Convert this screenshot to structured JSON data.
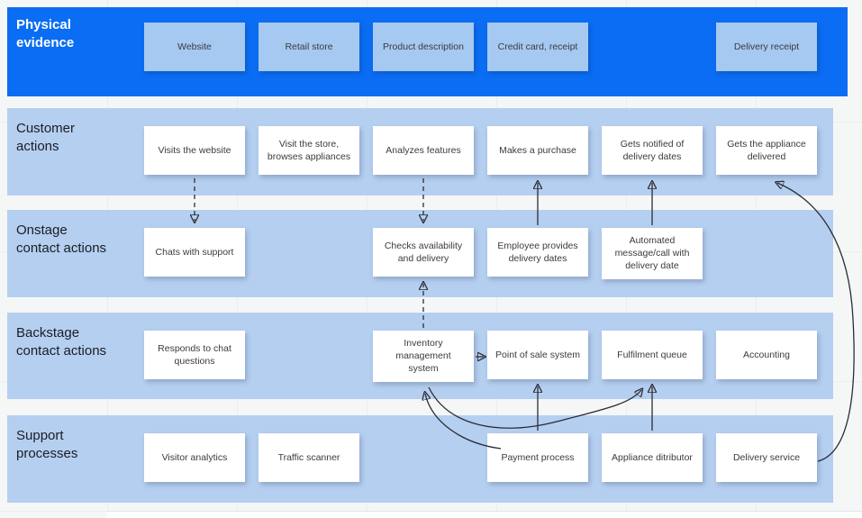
{
  "board": {
    "type": "service-blueprint-diagram",
    "colors": {
      "header_band": "#0b6df3",
      "light_band": "#b5cff0",
      "blue_note": "#a5c9f0",
      "white_note": "#ffffff",
      "arrow": "#2c2c34",
      "canvas_bg": "#f5f7f7"
    }
  },
  "rows": [
    {
      "label": "Physical evidence",
      "notes": [
        "Website",
        "Retail store",
        "Product description",
        "Credit card, receipt",
        "Delivery receipt"
      ]
    },
    {
      "label": "Customer actions",
      "notes": [
        "Visits the website",
        "Visit the store, browses appliances",
        "Analyzes features",
        "Makes a purchase",
        "Gets notified of delivery dates",
        "Gets the appliance delivered"
      ]
    },
    {
      "label": "Onstage contact actions",
      "notes": [
        "Chats with support",
        "Checks availability and delivery",
        "Employee provides delivery dates",
        "Automated message/call with delivery date"
      ]
    },
    {
      "label": "Backstage contact actions",
      "notes": [
        "Responds to chat questions",
        "Inventory management system",
        "Point of sale system",
        "Fulfilment queue",
        "Accounting"
      ]
    },
    {
      "label": "Support processes",
      "notes": [
        "Visitor analytics",
        "Traffic scanner",
        "Payment process",
        "Appliance ditributor",
        "Delivery service"
      ]
    }
  ],
  "connectors": [
    {
      "from": "Visits the website",
      "to": "Chats with support",
      "style": "dashed"
    },
    {
      "from": "Analyzes features",
      "to": "Checks availability and delivery",
      "style": "dashed"
    },
    {
      "from": "Employee provides delivery dates",
      "to": "Makes a purchase",
      "style": "solid"
    },
    {
      "from": "Automated message/call with delivery date",
      "to": "Gets notified of delivery dates",
      "style": "solid"
    },
    {
      "from": "Inventory management system",
      "to": "Checks availability and delivery",
      "style": "dashed"
    },
    {
      "from": "Inventory management system",
      "to": "Point of sale system",
      "style": "solid"
    },
    {
      "from": "Payment process",
      "to": "Point of sale system",
      "style": "solid"
    },
    {
      "from": "Appliance ditributor",
      "to": "Fulfilment queue",
      "style": "solid"
    },
    {
      "from": "Payment process",
      "to": "Inventory management system",
      "style": "curved"
    },
    {
      "from": "Inventory management system",
      "to": "Fulfilment queue",
      "style": "curved"
    },
    {
      "from": "Delivery service",
      "to": "Gets the appliance delivered",
      "style": "curved"
    }
  ]
}
